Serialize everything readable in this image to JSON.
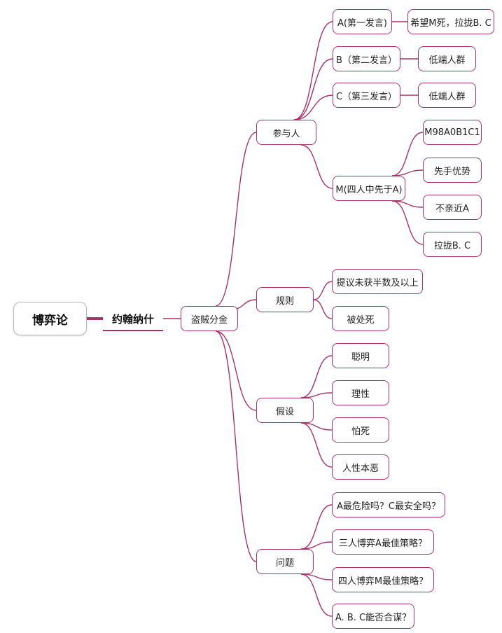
{
  "root": {
    "label": "博弈论"
  },
  "author": {
    "label": "约翰纳什"
  },
  "topic": {
    "label": "盗贼分金"
  },
  "branches": {
    "participants": {
      "label": "参与人",
      "a": {
        "label": "A(第一发言)",
        "detail": "希望M死，拉拢B. C"
      },
      "b": {
        "label": "B（第二发言）",
        "detail": "低端人群"
      },
      "c": {
        "label": "C（第三发言）",
        "detail": "低端人群"
      },
      "m": {
        "label": "M(四人中先于A)",
        "children": [
          "M98A0B1C1",
          "先手优势",
          "不亲近A",
          "拉拢B. C"
        ]
      }
    },
    "rules": {
      "label": "规则",
      "children": [
        "提议未获半数及以上",
        "被处死"
      ]
    },
    "assumptions": {
      "label": "假设",
      "children": [
        "聪明",
        "理性",
        "怕死",
        "人性本恶"
      ]
    },
    "questions": {
      "label": "问题",
      "children": [
        "A最危险吗？C最安全吗？",
        "三人博弈A最佳策略？",
        "四人博弈M最佳策略？",
        "A. B. C能否合谋？"
      ]
    }
  },
  "colors": {
    "line": "#a8336b",
    "root_border": "#b9b9b9"
  }
}
